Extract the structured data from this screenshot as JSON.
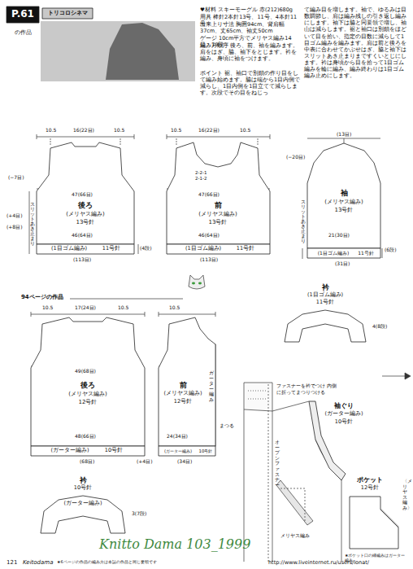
{
  "diagram": {
    "nodes": [
      {
        "text": [
          "P.61",
          "の作品"
        ]
      },
      {
        "text": [
          "トリコロシネマ"
        ]
      },
      {
        "text": [
          "後ろ",
          "(メリヤス編み)",
          "13号針"
        ]
      },
      {
        "text": [
          "(1目ゴム編み)",
          "11号針"
        ],
        "in": 2
      },
      {
        "text": [
          "前",
          "(メリヤス編み)",
          "13号針"
        ]
      },
      {
        "text": [
          "(1目ゴム編み)",
          "11号針"
        ],
        "in": 4
      },
      {
        "text": [
          "袖",
          "(メリヤス編み)",
          "13号針"
        ]
      },
      {
        "text": [
          "(1目ゴム編み)",
          "11号針"
        ],
        "in": 6
      },
      {
        "text": [
          "衿",
          "(1目ゴム編み)",
          "11号針"
        ]
      },
      {
        "text": [
          "後ろ",
          "(メリヤス編み)",
          "12号針"
        ]
      },
      {
        "text": [
          "(ガーター編み)",
          "10号針"
        ],
        "in": 9
      },
      {
        "text": [
          "前",
          "(メリヤス編み)",
          "12号針"
        ]
      },
      {
        "text": [
          "(ガーター編み)",
          "10号針"
        ],
        "in": 11
      },
      {
        "text": [
          "衿",
          "10号針",
          "(ガーター編み)"
        ]
      },
      {
        "text": [
          "袖ぐり",
          "(ガーター編み)",
          "10号針"
        ]
      },
      {
        "text": [
          "ポケット",
          "12号針"
        ]
      }
    ],
    "labels": [
      "♥材料 スキーモーグル 赤(212)680g",
      "用具 棒針2本針13号、11号、4本針11号",
      "出来上り寸法 胸囲94cm、背肩幅37cm、丈65cm、袖丈50cm",
      "ゲージ 10cm平方でメリヤス編み14目・19段",
      "編み方順序 後ろ、前、袖を編みます。肩をはぎ、脇、袖下をとじます。衿を編み、身頃に袖をつけます。",
      "ポイント 裾、袖口で別鎖の作り目をして編み始めます。脇は端から1目内側で減らし、1目内側を1目立てて減らします。次段でその目をねじっ",
      "て編み目を増します。袖で、ゆるみは目数調節し、肩は編み残しの引き返し編みにします。袖下は脇と同要領で増し、袖山は減らします。裾と袖口は別鎖をほどいて目を拾い、指定の目数に減らして1目ゴム編みを編みます。肩は前と後ろを中表に合わせてかぶせはぎ、脇と袖下はスリットあき止まりまですくいとじにします。衿は身頃から目を拾って1目ゴム編みを輪に編み、編み終わりは1目ゴム編み止めにします。",
      "10.5",
      "16(22目)",
      "10.5",
      "(−7目)",
      "47(66目)",
      "(+4目)",
      "(+8目)",
      "スリットあき止まり",
      "46(64目)",
      "(4段)",
      "(113目)",
      "10.5",
      "16(22目)",
      "10.5",
      "2-2-1",
      "2-1-2",
      "47(66目)",
      "46(64目)",
      "(113目)",
      "(13目)",
      "(−20目)",
      "21(30目)",
      "(6段)",
      "(31目)",
      "スリットあき止まり",
      "4(8段)",
      "94ページの作品",
      "10.5",
      "17(24目)",
      "10.5",
      "49(68目)",
      "48(66目)",
      "(68目)",
      "10.5",
      "(+4目)",
      "ガーター編み",
      "24(34目)",
      "(34目)",
      "3(7段)",
      "ファスナーを衿でつけ 内側に折ってまつりつける",
      "まつる",
      "オープンファスナー",
      "メリヤス編み",
      "〈メリヤス編み〉",
      "★ポケット口の縁編みはガーター編み",
      "121",
      "Keitodama",
      "★6ページの作品の編み方は本誌の作品と同じ要領です",
      "Knitto Dama 103_1999",
      "http://www.liveinternet.ru/users/lonat/"
    ]
  }
}
